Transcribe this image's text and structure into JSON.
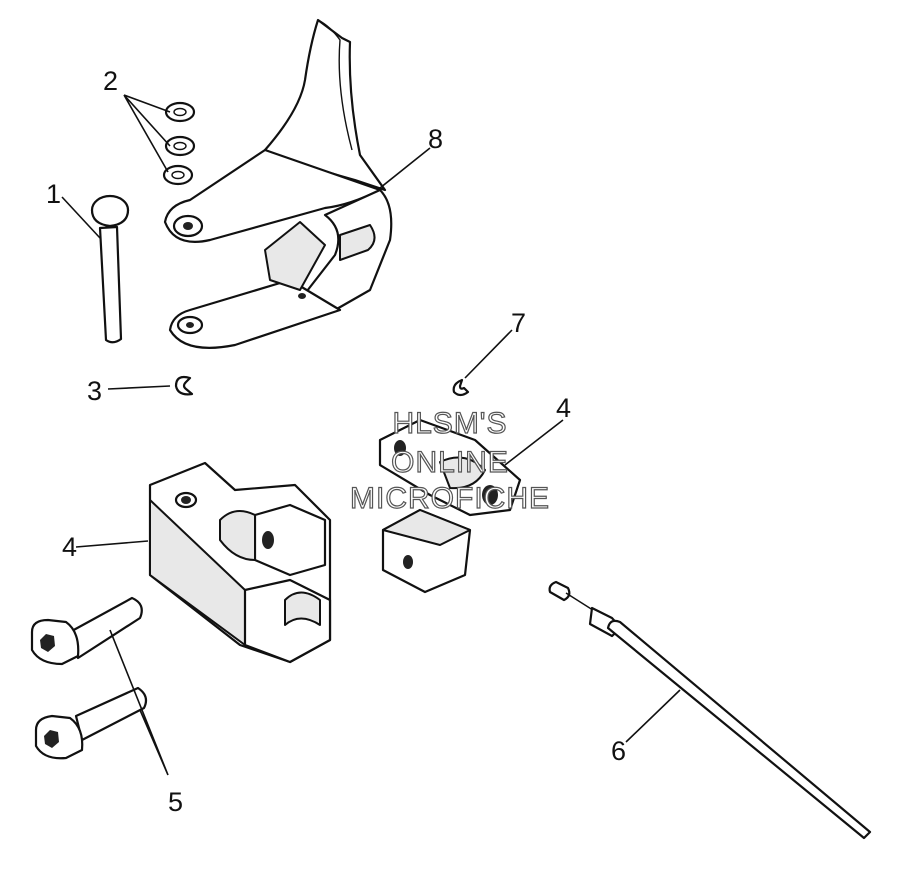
{
  "callouts": [
    {
      "id": "1",
      "label": "1"
    },
    {
      "id": "2",
      "label": "2"
    },
    {
      "id": "3",
      "label": "3"
    },
    {
      "id": "4a",
      "label": "4"
    },
    {
      "id": "4b",
      "label": "4"
    },
    {
      "id": "5",
      "label": "5"
    },
    {
      "id": "6",
      "label": "6"
    },
    {
      "id": "7",
      "label": "7"
    },
    {
      "id": "8",
      "label": "8"
    }
  ],
  "watermark": {
    "line1": "HLSM'S",
    "line2": "ONLINE",
    "line3": "MICROFICHE"
  }
}
